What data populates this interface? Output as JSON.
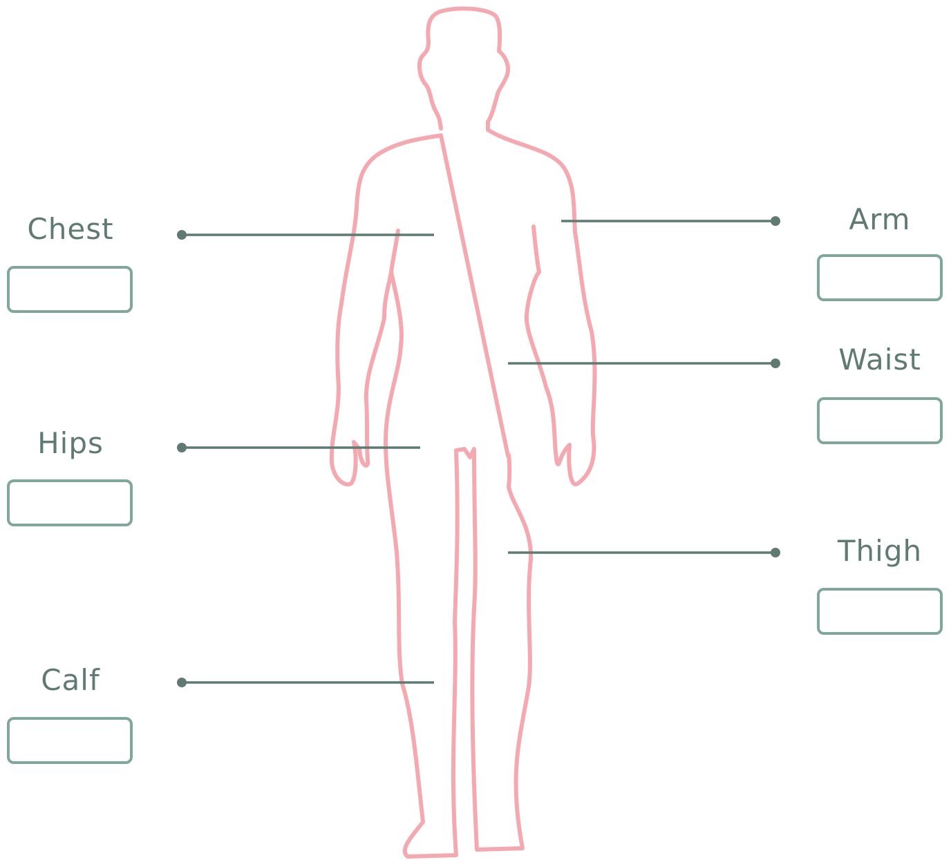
{
  "colors": {
    "body_outline": "#f4a9b1",
    "leader_line": "#5f7a72",
    "label_text": "#5f7a72",
    "box_border": "#7fa79b"
  },
  "measurements": {
    "chest": {
      "label": "Chest",
      "value": ""
    },
    "hips": {
      "label": "Hips",
      "value": ""
    },
    "calf": {
      "label": "Calf",
      "value": ""
    },
    "arm": {
      "label": "Arm",
      "value": ""
    },
    "waist": {
      "label": "Waist",
      "value": ""
    },
    "thigh": {
      "label": "Thigh",
      "value": ""
    }
  }
}
